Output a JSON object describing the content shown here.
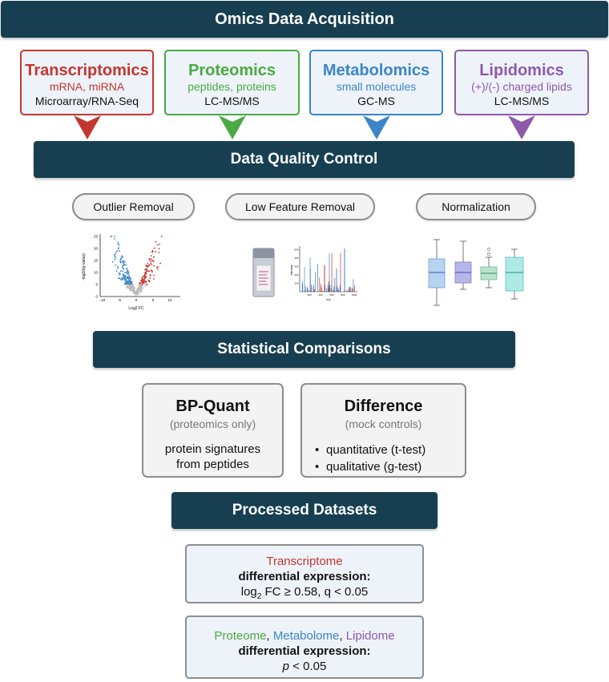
{
  "banners": {
    "acquisition": "Omics Data Acquisition",
    "quality": "Data Quality Control",
    "statistical": "Statistical Comparisons",
    "processed": "Processed Datasets"
  },
  "omics": [
    {
      "title": "Transcriptomics",
      "sub": "mRNA, miRNA",
      "method": "Microarray/RNA-Seq",
      "color": "#c3372f"
    },
    {
      "title": "Proteomics",
      "sub": "peptides, proteins",
      "method": "LC-MS/MS",
      "color": "#4aaa42"
    },
    {
      "title": "Metabolomics",
      "sub": "small molecules",
      "method": "GC-MS",
      "color": "#3a86c8"
    },
    {
      "title": "Lipidomics",
      "sub": "(+)/(-) charged lipids",
      "method": "LC-MS/MS",
      "color": "#8e5aab"
    }
  ],
  "qc_steps": [
    "Outlier Removal",
    "Low Feature Removal",
    "Normalization"
  ],
  "volcano": {
    "xlabel": "Log2 FC",
    "ylabel": "-log10(p-value)",
    "xticks": [
      "-10",
      "-5",
      "0",
      "5",
      "10"
    ],
    "yticks": [
      "0",
      "5",
      "10",
      "15",
      "20",
      "25"
    ]
  },
  "spectrum": {
    "xlabel": "m/z",
    "ylabel": "Intensity",
    "xticks": [
      "200",
      "400",
      "600",
      "800",
      "1000"
    ],
    "yticks": [
      "100",
      "200",
      "300",
      "400",
      "500"
    ]
  },
  "vial_label": "",
  "bpquant": {
    "title": "BP-Quant",
    "sub": "(proteomics only)",
    "body_line1": "protein signatures",
    "body_line2": "from peptides"
  },
  "difference": {
    "title": "Difference",
    "sub": "(mock controls)",
    "items": [
      "quantitative (t-test)",
      "qualitative (g-test)"
    ]
  },
  "transcriptome_result": {
    "title": "Transcriptome",
    "label": "differential expression:",
    "crit_log": "log",
    "crit_sub": "2",
    "crit_rest": " FC ≥ 0.58, q < 0.05"
  },
  "other_result": {
    "proteome": "Proteome",
    "sep1": ", ",
    "metabolome": "Metabolome",
    "sep2": ", ",
    "lipidome": "Lipidome",
    "label": "differential expression:",
    "crit_p": "p",
    "crit_rest": " < 0.05"
  },
  "colors": {
    "banner": "#173f51",
    "transcript": "#c3372f",
    "proteo": "#4aaa42",
    "metabo": "#3a86c8",
    "lipido": "#8e5aab"
  }
}
